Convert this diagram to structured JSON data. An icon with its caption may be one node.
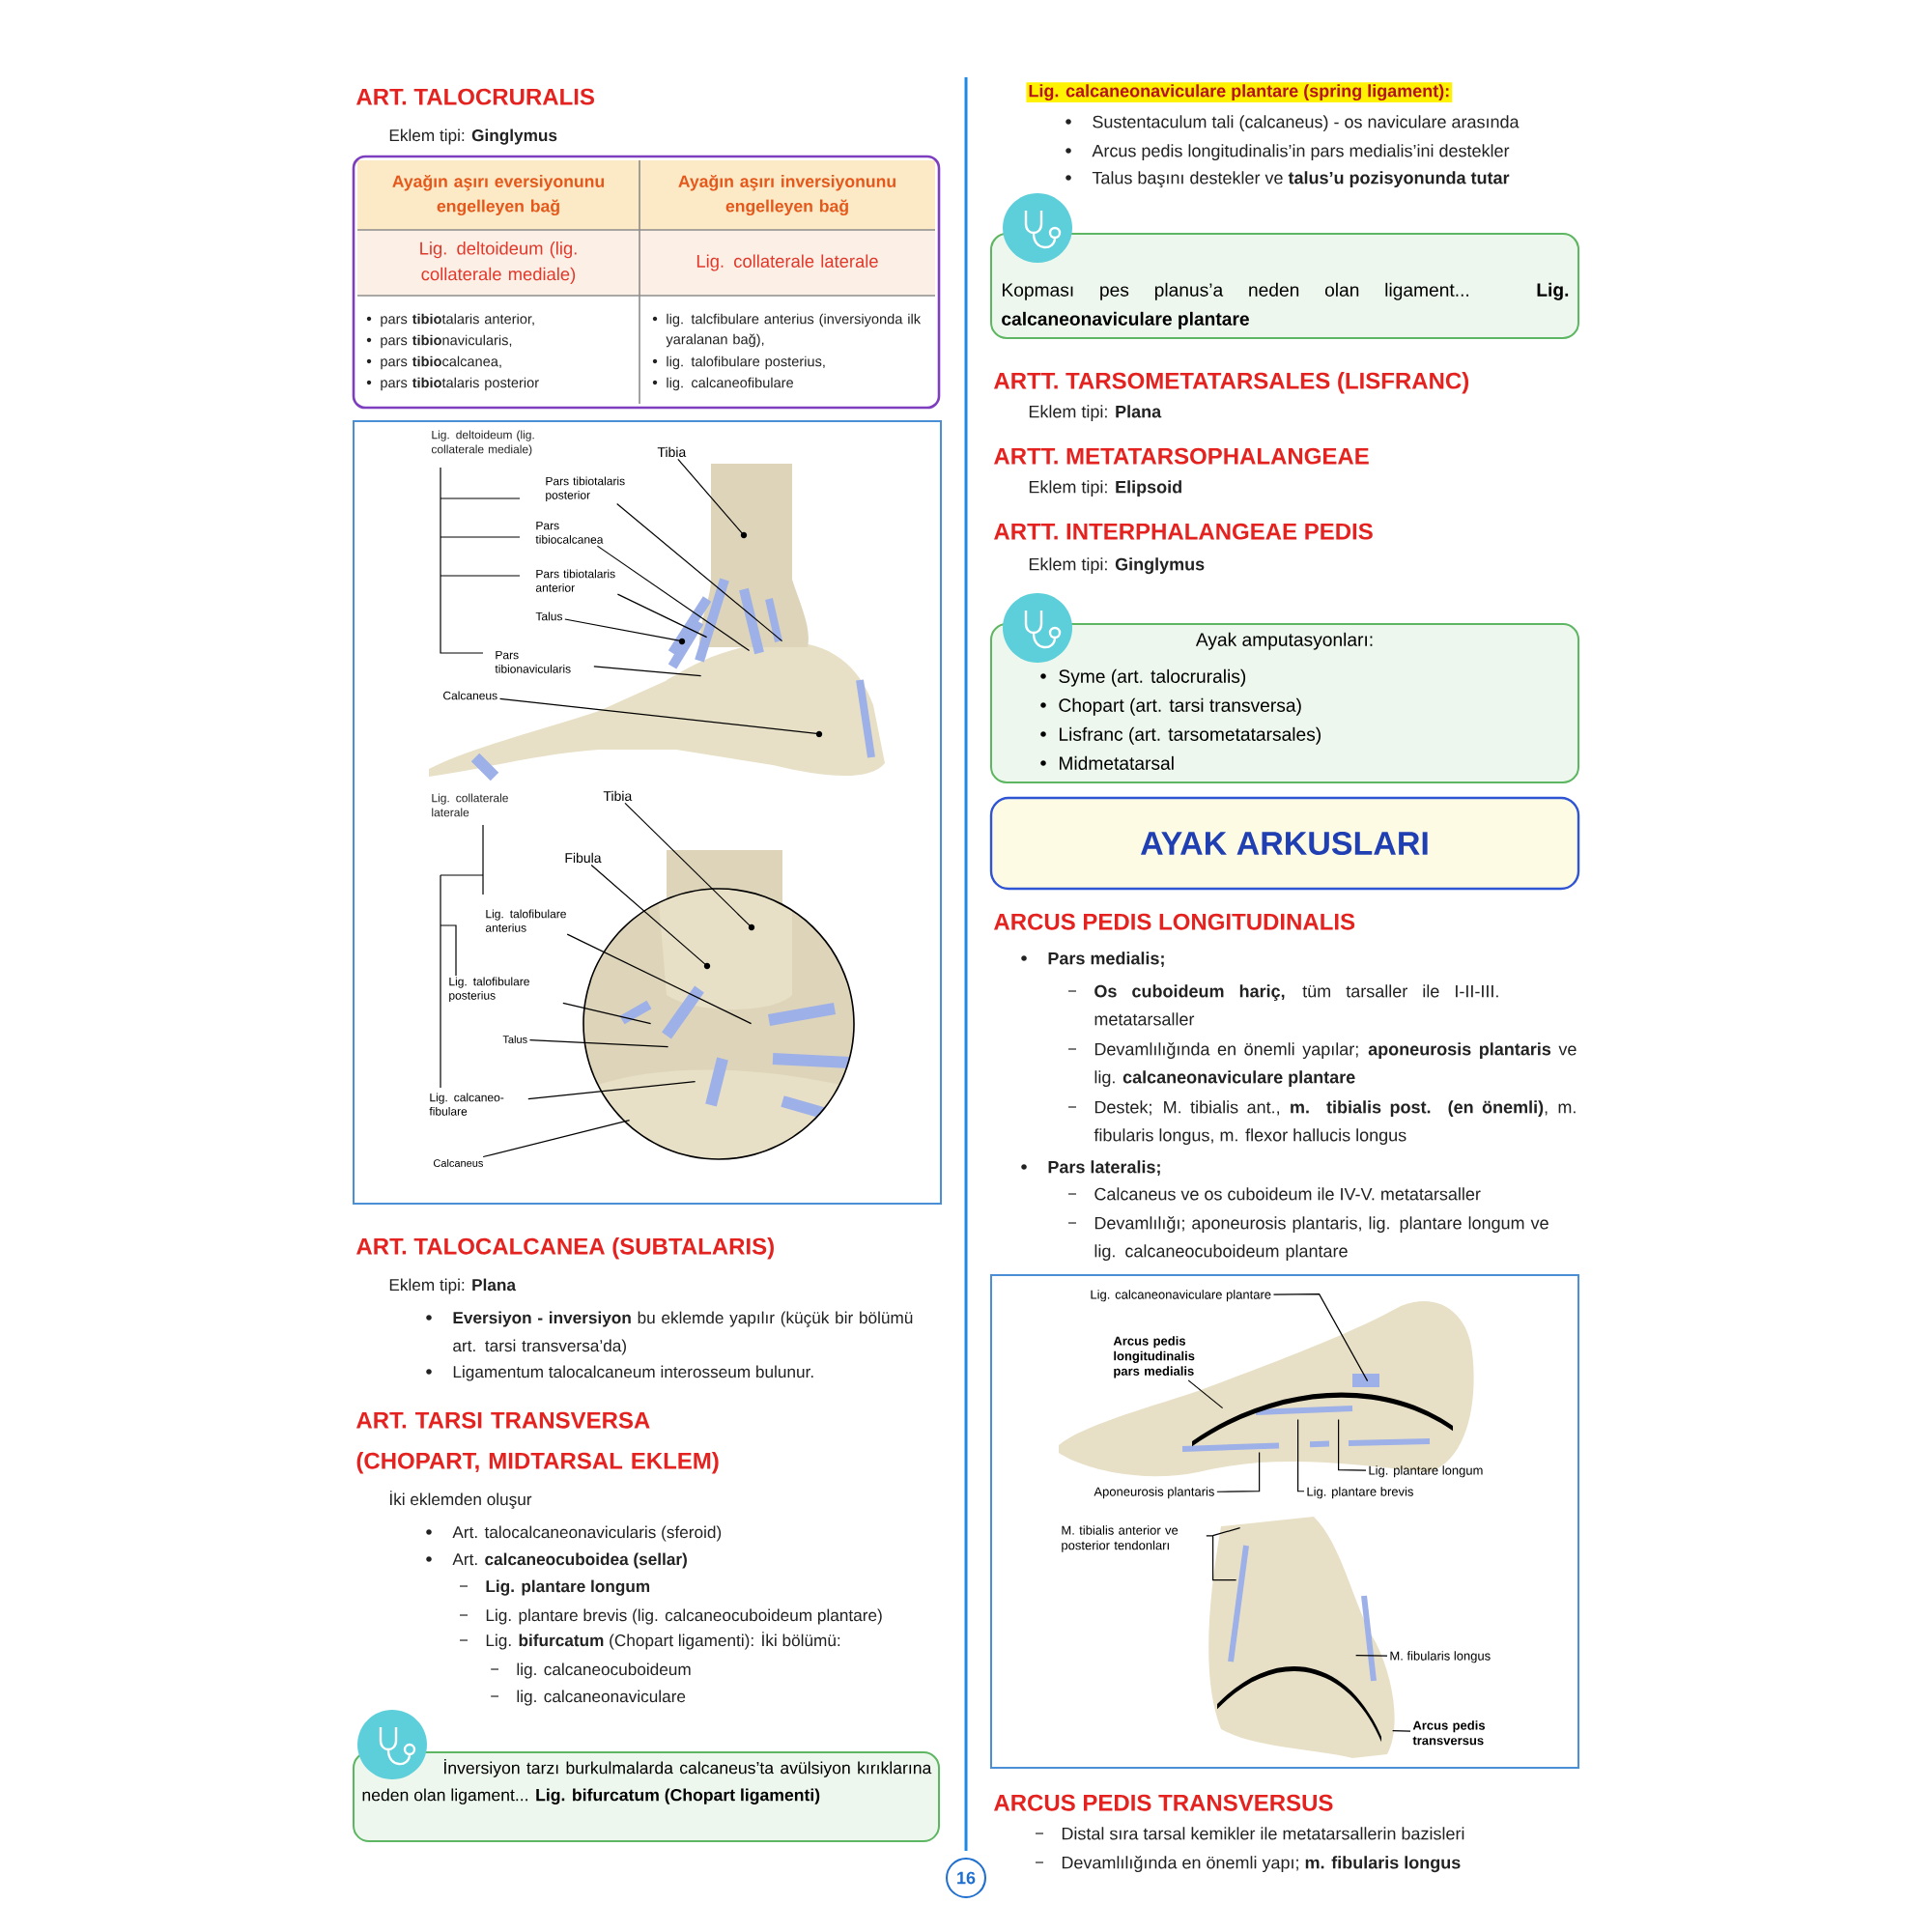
{
  "diagram": {
    "nodes": [
      {
        "text": [],
        "shape": "box"
      },
      {
        "text": [
          "Ayağın aşırı eversiyonunu engelleyen bağ"
        ],
        "in": 0
      },
      {
        "text": [
          "Ayağın aşırı inversiyonunu engelleyen bağ"
        ],
        "in": 0
      },
      {
        "text": [
          "Lig. deltoideum (lig. collaterale mediale)"
        ],
        "in": 0
      },
      {
        "text": [
          "Lig. collaterale laterale"
        ],
        "in": 0
      },
      {
        "text": [
          "pars **tibio**talaris anterior,",
          "pars **tibio**navicularis,",
          "pars **tibio**calcanea,",
          "pars **tibio**talaris posterior"
        ],
        "in": 0
      },
      {
        "text": [
          "lig. talcfibulare anterius (inversiyonda ilk yaralanan bağ),",
          "lig. talofibulare posterius,",
          "lig. calcaneofibulare"
        ],
        "in": 0
      },
      {
        "text": [],
        "shape": "box"
      },
      {
        "text": [
          "Tibia"
        ],
        "in": 7
      },
      {
        "text": [
          "Pars tibiotalaris posterior"
        ],
        "in": 7
      },
      {
        "text": [
          "Pars tibiocalcanea"
        ],
        "in": 7
      },
      {
        "text": [
          "Pars tibiotalaris anterior"
        ],
        "in": 7
      },
      {
        "text": [
          "Talus"
        ],
        "in": 7
      },
      {
        "text": [
          "Pars tibionavicularis"
        ],
        "in": 7
      },
      {
        "text": [
          "Calcaneus"
        ],
        "in": 7
      },
      {
        "text": [
          "Tibia"
        ],
        "in": 7
      },
      {
        "text": [
          "Fibula"
        ],
        "in": 7
      },
      {
        "text": [
          "Lig. talofibulare anterius"
        ],
        "in": 7
      },
      {
        "text": [
          "Lig. talofibulare posterius"
        ],
        "in": 7
      },
      {
        "text": [
          "Talus"
        ],
        "in": 7
      },
      {
        "text": [
          "Lig. calcaneo-fibulare"
        ],
        "in": 7
      },
      {
        "text": [
          "Calcaneus"
        ],
        "in": 7
      },
      {
        "text": [
          "İnversiyon tarzı burkulmalarda calcaneus’ta avülsiyon kırıklarına neden olan ligament... **Lig. bifurcatum (Chopart ligamenti)**"
        ]
      },
      {
        "text": [
          "Kopması pes planus’a neden olan ligament... **Lig. calcaneonaviculare plantare**"
        ]
      },
      {
        "text": [
          "Ayak amputasyonları:",
          "Syme (art. talocruralis)",
          "Chopart (art. tarsi transversa)",
          "Lisfranc (art. tarsometatarsales)",
          "Midmetatarsal"
        ]
      },
      {
        "text": [
          "AYAK ARKUSLARI"
        ]
      },
      {
        "text": [],
        "shape": "box"
      },
      {
        "text": [
          "Lig. calcaneonaviculare plantare"
        ],
        "in": 26
      },
      {
        "text": [
          "Arcus pedis longitudinalis pars medialis"
        ],
        "in": 26
      },
      {
        "text": [
          "Aponeurosis plantaris"
        ],
        "in": 26
      },
      {
        "text": [
          "Lig. plantare brevis"
        ],
        "in": 26
      },
      {
        "text": [
          "Lig. plantare longum"
        ],
        "in": 26
      },
      {
        "text": [
          "M. tibialis anterior ve posterior tendonları"
        ],
        "in": 26
      },
      {
        "text": [
          "M. fibularis longus"
        ],
        "in": 26
      },
      {
        "text": [
          "Arcus pedis transversus"
        ],
        "in": 26
      },
      {
        "text": [
          "16"
        ]
      },
      {
        "text": [],
        "shape": "picture",
        "in": 7
      },
      {
        "text": [],
        "shape": "picture",
        "in": 7
      },
      {
        "text": [],
        "shape": "picture",
        "in": 26
      },
      {
        "text": [],
        "shape": "picture",
        "in": 26
      }
    ],
    "edges": [
      {
        "from": 8,
        "to": 36,
        "arrow": "none"
      },
      {
        "from": 9,
        "to": 36,
        "arrow": "none"
      },
      {
        "from": 10,
        "to": 36,
        "arrow": "none"
      },
      {
        "from": 11,
        "to": 36,
        "arrow": "none"
      },
      {
        "from": 12,
        "to": 36,
        "arrow": "none"
      },
      {
        "from": 13,
        "to": 36,
        "arrow": "none"
      },
      {
        "from": 14,
        "to": 36,
        "arrow": "none"
      },
      {
        "from": 15,
        "to": 37,
        "arrow": "none"
      },
      {
        "from": 16,
        "to": 37,
        "arrow": "none"
      },
      {
        "from": 17,
        "to": 37,
        "arrow": "none"
      },
      {
        "from": 18,
        "to": 37,
        "arrow": "none"
      },
      {
        "from": 19,
        "to": 37,
        "arrow": "none"
      },
      {
        "from": 20,
        "to": 37,
        "arrow": "none"
      },
      {
        "from": 21,
        "to": 37,
        "arrow": "none"
      },
      {
        "from": 27,
        "to": 38,
        "arrow": "none"
      },
      {
        "from": 28,
        "to": 38,
        "arrow": "none"
      },
      {
        "from": 29,
        "to": 38,
        "arrow": "none"
      },
      {
        "from": 30,
        "to": 38,
        "arrow": "none"
      },
      {
        "from": 31,
        "to": 38,
        "arrow": "none"
      },
      {
        "from": 32,
        "to": 39,
        "arrow": "none"
      },
      {
        "from": 33,
        "to": 39,
        "arrow": "none"
      },
      {
        "from": 34,
        "to": 39,
        "arrow": "none"
      }
    ],
    "labels": [
      "ART. TALOCRURALIS",
      "Eklem tipi: **Ginglymus**",
      "Lig. deltoideum (lig. collaterale mediale)",
      "Lig. collaterale laterale",
      "ART. TALOCALCANEA (SUBTALARIS)",
      "Eklem tipi: **Plana**",
      "**Eversiyon - inversiyon** bu eklemde yapılır (küçük bir bölümü art. tarsi transversa’da)",
      "Ligamentum talocalcaneum interosseum bulunur.",
      "ART. TARSI TRANSVERSA (CHOPART, MIDTARSAL EKLEM)",
      "İki eklemden oluşur",
      "Art. talocalcaneonavicularis (sferoid)",
      "Art. **calcaneocuboidea (sellar)**",
      "Lig. plantare longum",
      "Lig. plantare brevis (lig. calcaneocuboideum plantare)",
      "Lig. **bifurcatum** (Chopart ligamenti): İki bölümü:",
      "lig. calcaneocuboideum",
      "lig. calcaneonaviculare",
      "Lig. calcaneonaviculare plantare (spring ligament):",
      "Sustentaculum tali (calcaneus) - os naviculare arasında",
      "Arcus pedis longitudinalis’in pars medialis’ini destekler",
      "Talus başını destekler ve **talus’u pozisyonunda tutar**",
      "ARTT. TARSOMETATARSALES (LISFRANC)",
      "Eklem tipi: **Plana**",
      "ARTT. METATARSOPHALANGEAE",
      "Eklem tipi: **Elipsoid**",
      "ARTT. INTERPHALANGEAE PEDIS",
      "Eklem tipi: **Ginglymus**",
      "ARCUS PEDIS LONGITUDINALIS",
      "Pars medialis;",
      "**Os cuboideum hariç,** tüm tarsaller ile I-II-III. metatarsaller",
      "Devamlılığında en önemli yapılar; **aponeurosis plantaris** ve lig. **calcaneonaviculare plantare**",
      "Destek; M. tibialis ant., **m. tibialis post. (en önemli)**, m. fibularis longus, m. flexor hallucis longus",
      "Pars lateralis;",
      "Calcaneus ve os cuboideum ile IV-V. metatarsaller",
      "Devamlılığı; aponeurosis plantaris, lig. plantare longum ve lig. calcaneocuboideum plantare",
      "ARCUS PEDIS TRANSVERSUS",
      "Distal sıra tarsal kemikler ile metatarsallerin bazisleri",
      "Devamlılığında en önemli yapı; **m. fibularis longus**"
    ]
  }
}
